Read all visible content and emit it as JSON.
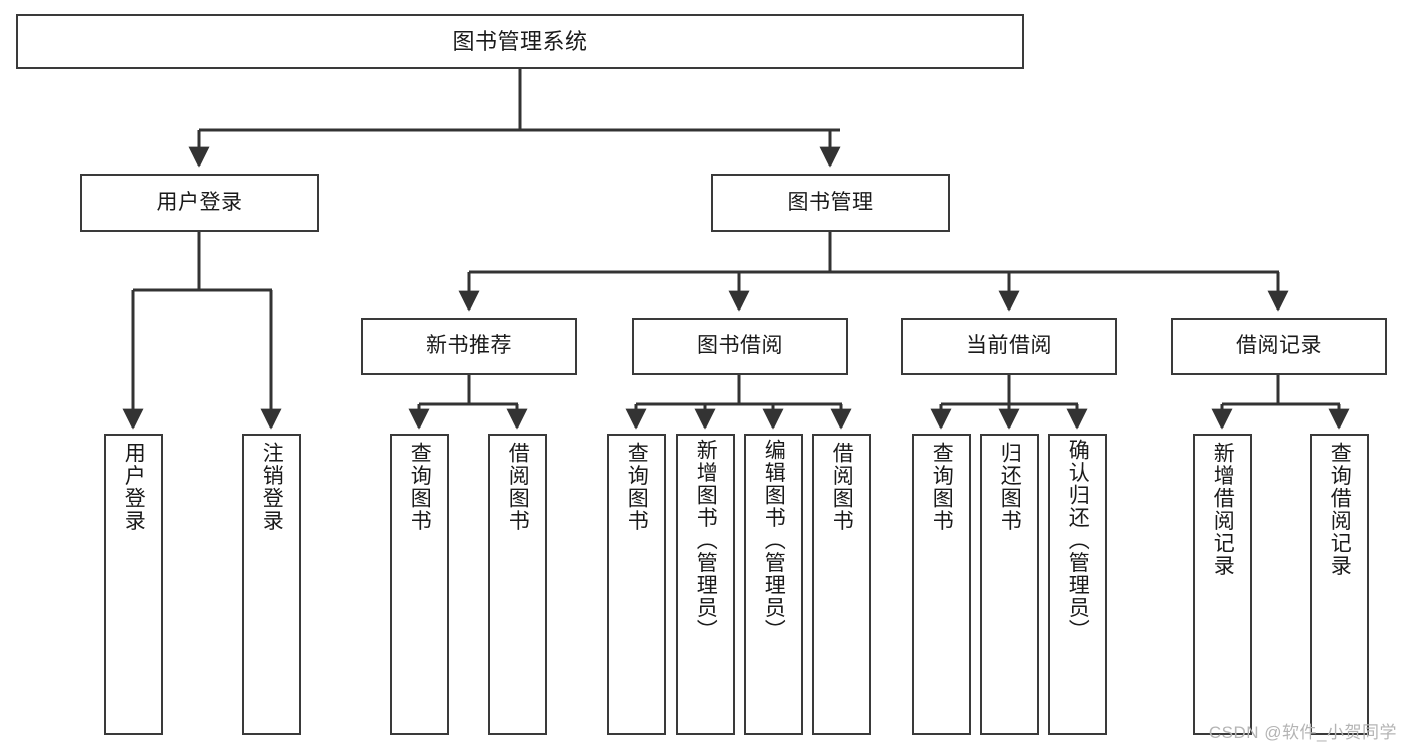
{
  "diagram": {
    "title": "图书管理系统",
    "type": "hierarchy-tree",
    "watermark": "CSDN @软件_小贺同学",
    "colors": {
      "background": "#ffffff",
      "border": "#3a3a3a",
      "text": "#1a1a1a",
      "connector": "#333333",
      "watermark": "#b4b4b4"
    },
    "levels": {
      "root": {
        "label": "图书管理系统"
      },
      "level2": [
        {
          "id": "user-login",
          "label": "用户登录"
        },
        {
          "id": "book-management",
          "label": "图书管理"
        }
      ],
      "level3": [
        {
          "id": "new-book-recommend",
          "label": "新书推荐",
          "parent": "book-management"
        },
        {
          "id": "book-borrow",
          "label": "图书借阅",
          "parent": "book-management"
        },
        {
          "id": "current-borrow",
          "label": "当前借阅",
          "parent": "book-management"
        },
        {
          "id": "borrow-record",
          "label": "借阅记录",
          "parent": "book-management"
        }
      ],
      "leaves": [
        {
          "id": "leaf-user-login",
          "label": "用户登录",
          "parent": "user-login"
        },
        {
          "id": "leaf-logout",
          "label": "注销登录",
          "parent": "user-login"
        },
        {
          "id": "leaf-query-book-1",
          "label": "查询图书",
          "parent": "new-book-recommend"
        },
        {
          "id": "leaf-borrow-book-1",
          "label": "借阅图书",
          "parent": "new-book-recommend"
        },
        {
          "id": "leaf-query-book-2",
          "label": "查询图书",
          "parent": "book-borrow"
        },
        {
          "id": "leaf-add-book",
          "label": "新增图书（管理员）",
          "parent": "book-borrow"
        },
        {
          "id": "leaf-edit-book",
          "label": "编辑图书（管理员）",
          "parent": "book-borrow"
        },
        {
          "id": "leaf-borrow-book-2",
          "label": "借阅图书",
          "parent": "book-borrow"
        },
        {
          "id": "leaf-query-book-3",
          "label": "查询图书",
          "parent": "current-borrow"
        },
        {
          "id": "leaf-return-book",
          "label": "归还图书",
          "parent": "current-borrow"
        },
        {
          "id": "leaf-confirm-return",
          "label": "确认归还（管理员）",
          "parent": "current-borrow"
        },
        {
          "id": "leaf-add-record",
          "label": "新增借阅记录",
          "parent": "borrow-record"
        },
        {
          "id": "leaf-query-record",
          "label": "查询借阅记录",
          "parent": "borrow-record"
        }
      ]
    }
  }
}
